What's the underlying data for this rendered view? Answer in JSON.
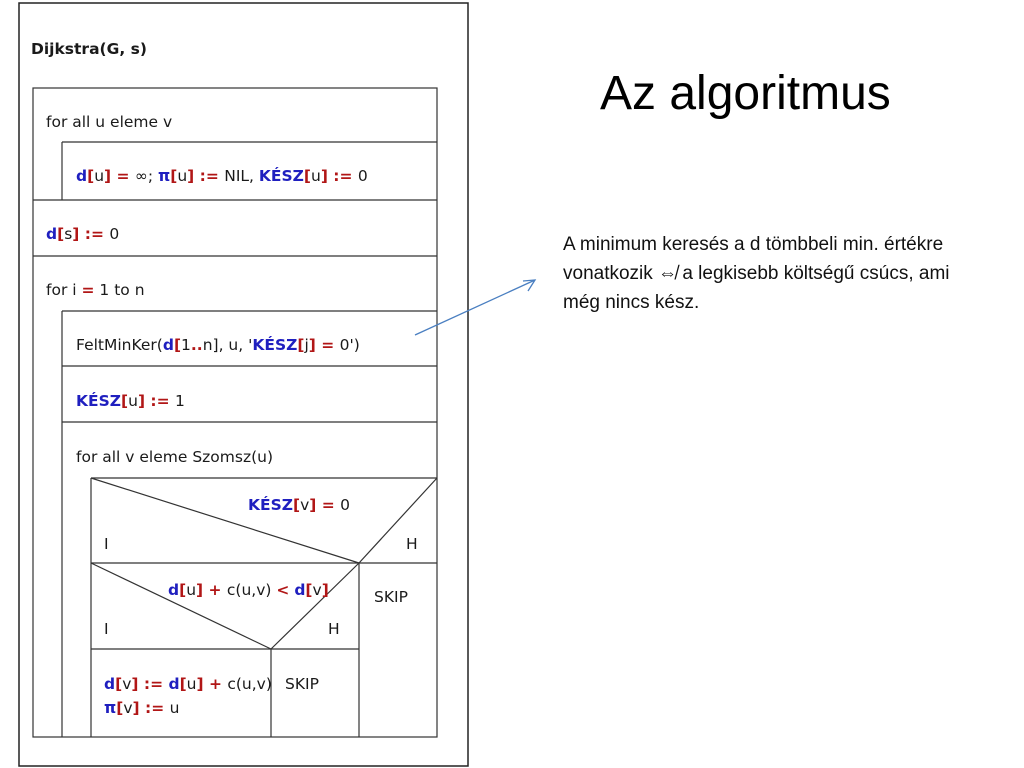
{
  "slide": {
    "title": "Az algoritmus",
    "note": "A minimum keresés a d tömbbeli min. értékre vonatkozik ⇎ a legkisebb költségű csúcs, ami még nincs kész."
  },
  "struktogram": {
    "heading": "Dijkstra(G, s)",
    "loop_all_u": "for all u eleme v",
    "init_stmt": [
      {
        "t": "d",
        "s": "kw"
      },
      {
        "t": "[",
        "s": "op"
      },
      {
        "t": "u",
        "s": "tx"
      },
      {
        "t": "] = ",
        "s": "op"
      },
      {
        "t": "∞; ",
        "s": "tx"
      },
      {
        "t": "π",
        "s": "kw"
      },
      {
        "t": "[",
        "s": "op"
      },
      {
        "t": "u",
        "s": "tx"
      },
      {
        "t": "] := ",
        "s": "op"
      },
      {
        "t": "NIL, ",
        "s": "tx"
      },
      {
        "t": "KÉSZ",
        "s": "kw"
      },
      {
        "t": "[",
        "s": "op"
      },
      {
        "t": "u",
        "s": "tx"
      },
      {
        "t": "] := ",
        "s": "op"
      },
      {
        "t": "0",
        "s": "tx"
      }
    ],
    "source_stmt": [
      {
        "t": "d",
        "s": "kw"
      },
      {
        "t": "[",
        "s": "op"
      },
      {
        "t": "s",
        "s": "tx"
      },
      {
        "t": "] := ",
        "s": "op"
      },
      {
        "t": "0",
        "s": "tx"
      }
    ],
    "loop_i": [
      {
        "t": "for i ",
        "s": "tx"
      },
      {
        "t": "=",
        "s": "op"
      },
      {
        "t": " 1 to n",
        "s": "tx"
      }
    ],
    "min_search_stmt": [
      {
        "t": "FeltMinKer(",
        "s": "tx"
      },
      {
        "t": "d",
        "s": "kw"
      },
      {
        "t": "[",
        "s": "op"
      },
      {
        "t": "1",
        "s": "tx"
      },
      {
        "t": "..",
        "s": "op"
      },
      {
        "t": "n], u, '",
        "s": "tx"
      },
      {
        "t": "KÉSZ",
        "s": "kw"
      },
      {
        "t": "[",
        "s": "op"
      },
      {
        "t": "j",
        "s": "tx"
      },
      {
        "t": "] = ",
        "s": "op"
      },
      {
        "t": "0')",
        "s": "tx"
      }
    ],
    "mark_done_stmt": [
      {
        "t": "KÉSZ",
        "s": "kw"
      },
      {
        "t": "[",
        "s": "op"
      },
      {
        "t": "u",
        "s": "tx"
      },
      {
        "t": "] := ",
        "s": "op"
      },
      {
        "t": "1",
        "s": "tx"
      }
    ],
    "loop_all_v": "for all v eleme Szomsz(u)",
    "outer_condition": [
      {
        "t": "KÉSZ",
        "s": "kw"
      },
      {
        "t": "[",
        "s": "op"
      },
      {
        "t": "v",
        "s": "tx"
      },
      {
        "t": "] = ",
        "s": "op"
      },
      {
        "t": "0",
        "s": "tx"
      }
    ],
    "outer_true": "I",
    "outer_false": "H",
    "outer_else": "SKIP",
    "inner_condition": [
      {
        "t": "d",
        "s": "kw"
      },
      {
        "t": "[",
        "s": "op"
      },
      {
        "t": "u",
        "s": "tx"
      },
      {
        "t": "] + ",
        "s": "op"
      },
      {
        "t": "c(u,v) ",
        "s": "tx"
      },
      {
        "t": "<",
        "s": "op"
      },
      {
        "t": " ",
        "s": "tx"
      },
      {
        "t": "d",
        "s": "kw"
      },
      {
        "t": "[",
        "s": "op"
      },
      {
        "t": "v",
        "s": "tx"
      },
      {
        "t": "]",
        "s": "op"
      }
    ],
    "inner_true": "I",
    "inner_false": "H",
    "update_d_stmt": [
      {
        "t": "d",
        "s": "kw"
      },
      {
        "t": "[",
        "s": "op"
      },
      {
        "t": "v",
        "s": "tx"
      },
      {
        "t": "] := ",
        "s": "op"
      },
      {
        "t": "d",
        "s": "kw"
      },
      {
        "t": "[",
        "s": "op"
      },
      {
        "t": "u",
        "s": "tx"
      },
      {
        "t": "] + ",
        "s": "op"
      },
      {
        "t": "c(u,v)",
        "s": "tx"
      }
    ],
    "update_pi_stmt": [
      {
        "t": "π",
        "s": "kw"
      },
      {
        "t": "[",
        "s": "op"
      },
      {
        "t": "v",
        "s": "tx"
      },
      {
        "t": "] := ",
        "s": "op"
      },
      {
        "t": "u",
        "s": "tx"
      }
    ],
    "inner_else": "SKIP"
  },
  "colors": {
    "keyword": "#1f1fbf",
    "operator": "#b11616",
    "text": "#1a1a1a",
    "arrow": "#4a7fc1"
  }
}
